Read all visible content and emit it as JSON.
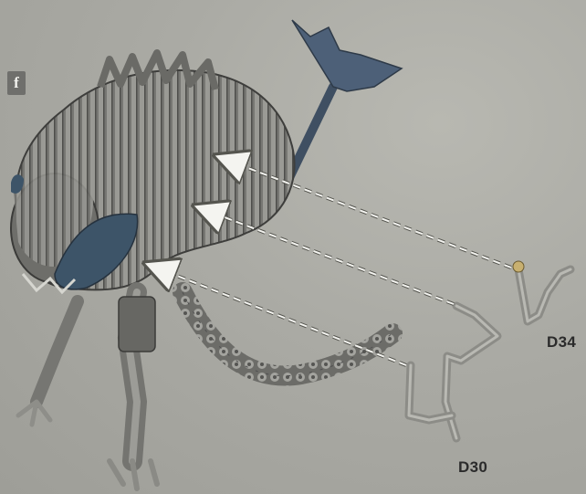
{
  "step": {
    "label": "f"
  },
  "parts": [
    {
      "id": "D34",
      "label": "D34"
    },
    {
      "id": "D30",
      "label": "D30"
    }
  ],
  "colors": {
    "background": "#a9a9a3",
    "model_grey": "#7e7e7a",
    "model_dark": "#4a4a48",
    "accent_blue": "#3d5468",
    "arrow": "#f0f0ec"
  }
}
